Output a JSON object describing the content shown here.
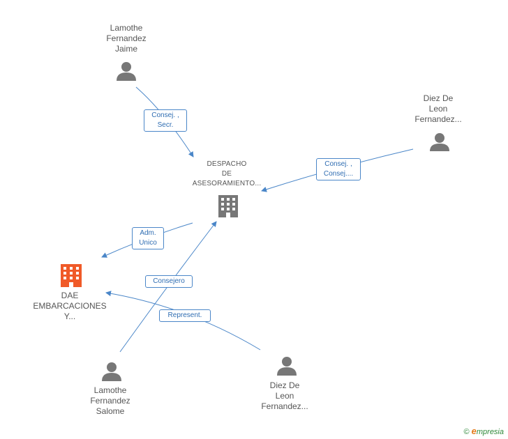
{
  "nodes": {
    "lamothe_jaime": "Lamothe\nFernandez\nJaime",
    "diez_top": "Diez De\nLeon\nFernandez...",
    "despacho": "DESPACHO\nDE\nASESORAMIENTO...",
    "dae": "DAE\nEMBARCACIONES\nY...",
    "lamothe_salome": "Lamothe\nFernandez\nSalome",
    "diez_bottom": "Diez De\nLeon\nFernandez..."
  },
  "edges": {
    "consej_secr": "Consej. ,\nSecr.",
    "consej_consej": "Consej. ,\nConsej....",
    "adm_unico": "Adm.\nUnico",
    "consejero": "Consejero",
    "represent": "Represent."
  },
  "colors": {
    "edge": "#4a86c8",
    "person": "#777777",
    "company": "#777777",
    "highlight_company": "#f05a28"
  },
  "brand": {
    "copyright": "©",
    "e": "e",
    "name": "mpresia"
  }
}
